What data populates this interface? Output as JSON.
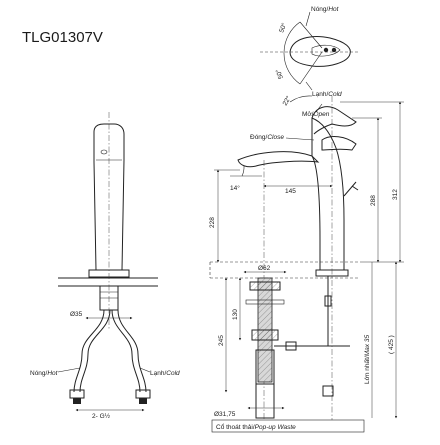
{
  "model": "TLG01307V",
  "handle_rotation": {
    "hot_label": "Nóng/",
    "hot_label_en": "Hot",
    "cold_label": "Lạnh/",
    "cold_label_en": "Cold",
    "angle_hot": "50°",
    "angle_cold": "50°"
  },
  "lever": {
    "open_label": "Mở/",
    "open_label_en": "Open",
    "close_label": "Đóng/",
    "close_label_en": "Close",
    "angle": "22°"
  },
  "side_view": {
    "hot_label": "Nóng/",
    "hot_label_en": "Hot",
    "cold_label": "Lạnh/",
    "cold_label_en": "Cold",
    "thread": "2- G½",
    "shank_dia": "Ø35"
  },
  "front_view": {
    "spout_angle": "14°",
    "spout_reach": "145",
    "spout_height": "228",
    "lever_height": "288",
    "total_height": "312",
    "base_dia": "Ø62",
    "waste_depth_1": "130",
    "waste_depth_2": "245",
    "max_thickness_label": "Lớn nhất/",
    "max_thickness_label_en": "Max 35",
    "max_depth": "( 425 )",
    "waste_dia": "Ø31,75",
    "popup_label": "Cổ thoát thải/",
    "popup_label_en": "Pop-up Waste"
  }
}
